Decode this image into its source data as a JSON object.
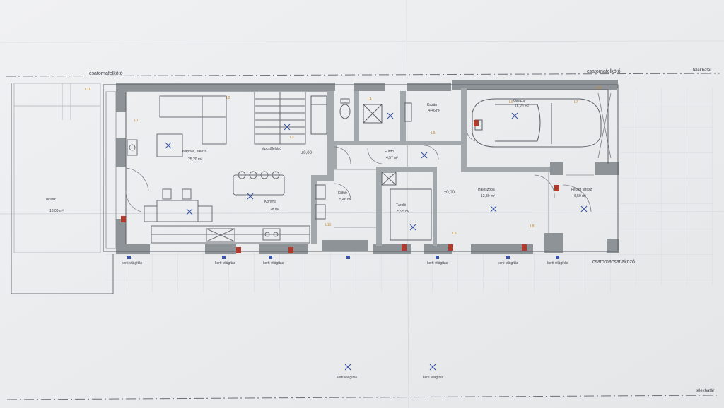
{
  "colors": {
    "paper": "#eceeef",
    "line": "#5b6066",
    "wall": "#8e9398",
    "marker": "#b03a2e",
    "note": "#c98a2a",
    "fixture": "#3c55a5"
  },
  "boundary_labels": {
    "top_left": "csatornafelkötő",
    "top_right": "csatornafelkötő",
    "top_far_right": "telekhatár",
    "right_side": "csatornacsatlakozó",
    "bottom_right": "telekhatár"
  },
  "rooms": {
    "living": {
      "name": "Nappali, étkező",
      "area": "25,20 m²"
    },
    "kitchen": {
      "name": "Konyha",
      "area": "28 m²"
    },
    "hall": {
      "name": "Előtér",
      "area": "5,46 m²"
    },
    "bath": {
      "name": "Fürdő",
      "area": "4,57 m²"
    },
    "boiler": {
      "name": "Kazán",
      "area": "4,46 m²"
    },
    "storage": {
      "name": "Tároló",
      "area": "5,95 m²"
    },
    "bedroom": {
      "name": "Hálószoba",
      "area": "12,30 m²"
    },
    "garage": {
      "name": "Garázs",
      "area": "16,20 m²"
    },
    "terrace": {
      "name": "Terasz",
      "area": "18,00 m²"
    },
    "covered_terrace": {
      "name": "Fedett terasz",
      "area": "6,50 m²"
    }
  },
  "annotations": {
    "stairs": "lépcsőfeljáró",
    "level_1": "±0,00",
    "level_2": "±0,00",
    "outdoor_1": "kerti világítás",
    "outdoor_2": "kerti világítás",
    "outdoor_3": "kerti világítás",
    "outdoor_4": "kerti világítás",
    "outdoor_5": "kerti világítás",
    "outdoor_6": "kerti világítás",
    "bottom_light_1": "kerti világítás",
    "bottom_light_2": "kerti világítás"
  }
}
